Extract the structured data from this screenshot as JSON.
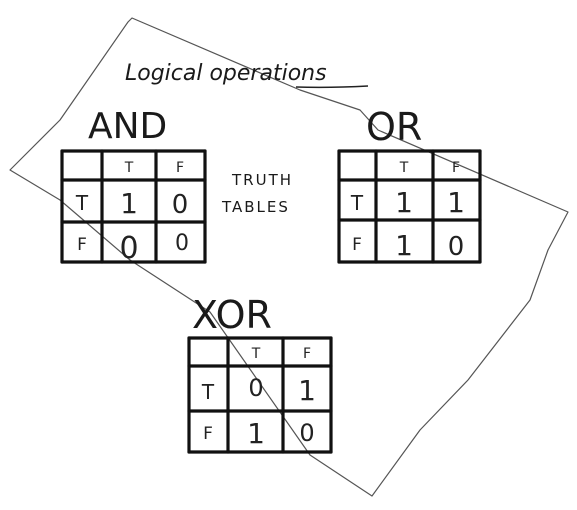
{
  "diagram": {
    "title": "Logical operations",
    "side_note_line1": "TRUTH",
    "side_note_line2": "TABLES",
    "tables": [
      {
        "name": "AND",
        "col_headers": [
          "T",
          "F"
        ],
        "row_headers": [
          "T",
          "F"
        ],
        "values": [
          [
            "1",
            "0"
          ],
          [
            "0",
            "0"
          ]
        ]
      },
      {
        "name": "OR",
        "col_headers": [
          "T",
          "F"
        ],
        "row_headers": [
          "T",
          "F"
        ],
        "values": [
          [
            "1",
            "1"
          ],
          [
            "1",
            "0"
          ]
        ]
      },
      {
        "name": "XOR",
        "col_headers": [
          "T",
          "F"
        ],
        "row_headers": [
          "T",
          "F"
        ],
        "values": [
          [
            "0",
            "1"
          ],
          [
            "1",
            "0"
          ]
        ]
      }
    ]
  }
}
